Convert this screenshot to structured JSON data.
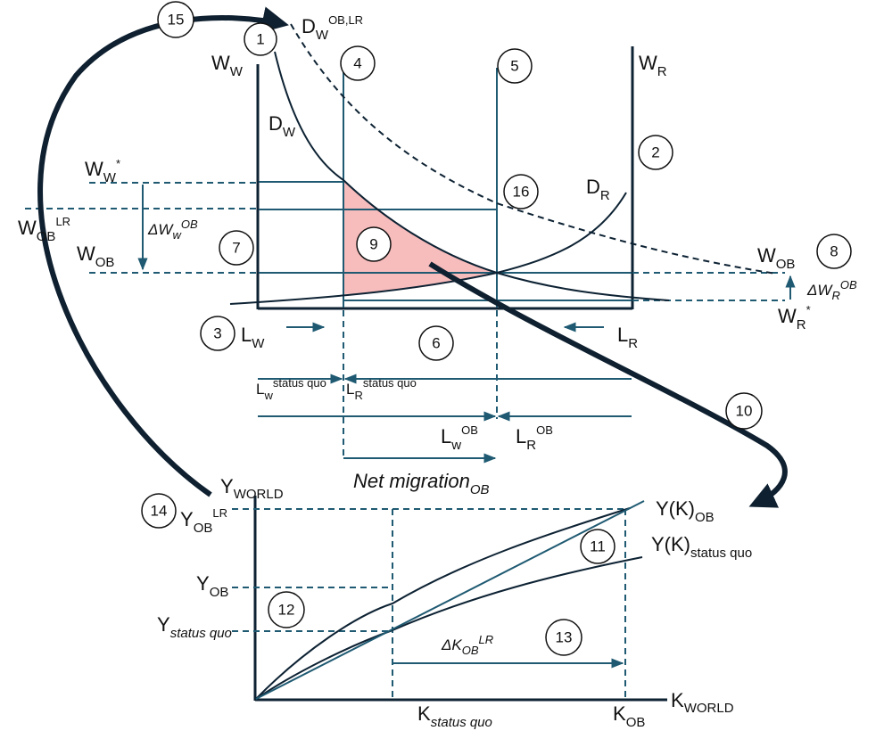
{
  "colors": {
    "line": "#1f5a72",
    "dark": "#0d2233",
    "shade": "#f7bcbc",
    "arrow": "#0f2030"
  },
  "labels": {
    "dw_ob_lr": {
      "main": "D",
      "sub": "W",
      "sup": "OB,LR"
    },
    "ww": {
      "main": "W",
      "sub": "W"
    },
    "wr": {
      "main": "W",
      "sub": "R"
    },
    "dw": {
      "main": "D",
      "sub": "W"
    },
    "dr": {
      "main": "D",
      "sub": "R"
    },
    "ww_star": {
      "main": "W",
      "sub": "W",
      "sup": "*"
    },
    "wob_lr": {
      "main": "W",
      "sub": "OB",
      "sup": "LR"
    },
    "wob_left": {
      "main": "W",
      "sub": "OB"
    },
    "wob_right": {
      "main": "W",
      "sub": "OB"
    },
    "wr_star": {
      "main": "W",
      "sub": "R",
      "sup": "*"
    },
    "delta_ww": {
      "main": "ΔW",
      "sub": "w",
      "sup": "OB"
    },
    "delta_wr": {
      "main": "ΔW",
      "sub": "R",
      "sup": "OB"
    },
    "lw_axis": {
      "main": "L",
      "sub": "W"
    },
    "lr_axis": {
      "main": "L",
      "sub": "R"
    },
    "lw_sq": {
      "main": "L",
      "sub": "w",
      "sup": "status quo"
    },
    "lr_sq": {
      "main": "L",
      "sub": "R",
      "sup": "status quo"
    },
    "lw_ob": {
      "main": "L",
      "sub": "w",
      "sup": "OB"
    },
    "lr_ob": {
      "main": "L",
      "sub": "R",
      "sup": "OB"
    },
    "net_migration": {
      "main": "Net migration",
      "sub": "OB"
    },
    "y_world": {
      "main": "Y",
      "sub": "WORLD"
    },
    "y_ob_lr": {
      "main": "Y",
      "sub": "OB",
      "sup": "LR"
    },
    "y_ob": {
      "main": "Y",
      "sub": "OB"
    },
    "y_sq": {
      "main": "Y",
      "sub": "status quo"
    },
    "yk_ob": {
      "main": "Y(K)",
      "sub": "OB"
    },
    "yk_sq": {
      "main": "Y(K)",
      "sub": "status quo"
    },
    "delta_k": {
      "main": "ΔK",
      "sub": "OB",
      "sup": "LR"
    },
    "k_sq": {
      "main": "K",
      "sub": "status quo"
    },
    "k_ob": {
      "main": "K",
      "sub": "OB"
    },
    "k_world": {
      "main": "K",
      "sub": "WORLD"
    }
  },
  "markers": [
    "1",
    "2",
    "3",
    "4",
    "5",
    "6",
    "7",
    "8",
    "9",
    "10",
    "11",
    "12",
    "13",
    "14",
    "15",
    "16"
  ]
}
